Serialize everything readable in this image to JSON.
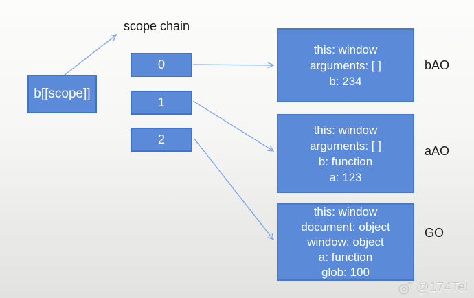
{
  "diagram": {
    "scope_box": {
      "label": "b[[scope]]"
    },
    "scope_chain_label": "scope chain",
    "chain_items": [
      {
        "label": "0"
      },
      {
        "label": "1"
      },
      {
        "label": "2"
      }
    ],
    "objects": [
      {
        "name": "bAO",
        "lines": [
          "this: window",
          "arguments: [ ]",
          "b: 234"
        ]
      },
      {
        "name": "aAO",
        "lines": [
          "this: window",
          "arguments: [ ]",
          "b: function",
          "a: 123"
        ]
      },
      {
        "name": "GO",
        "lines": [
          "this: window",
          "document: object",
          "window: object",
          "a: function",
          "glob: 100"
        ]
      }
    ],
    "colors": {
      "box_fill": "#5b8bd8",
      "box_border": "#4472c4",
      "arrow": "#7da3e8",
      "label_text": "#1c1c1c",
      "box_text": "#ffffff"
    }
  },
  "watermark": {
    "text": "@174Tel",
    "icon": "weibo-eye-icon"
  }
}
